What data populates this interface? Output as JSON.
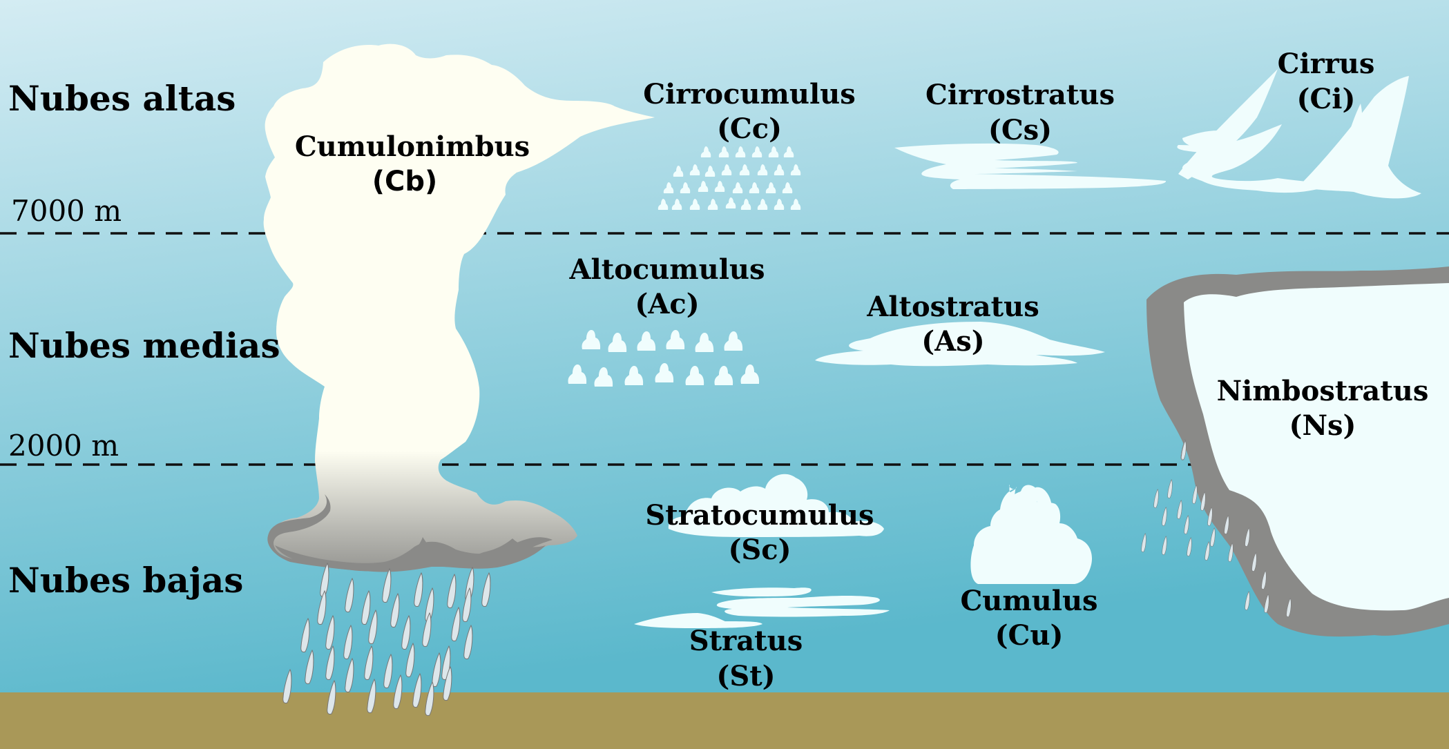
{
  "zones": {
    "high": "Nubes altas",
    "middle": "Nubes medias",
    "low": "Nubes bajas"
  },
  "altitudes": {
    "upper": "7000 m",
    "lower": "2000 m"
  },
  "clouds": {
    "cumulonimbus": {
      "name": "Cumulonimbus",
      "abbr": "(Cb)"
    },
    "cirrocumulus": {
      "name": "Cirrocumulus",
      "abbr": "(Cc)"
    },
    "cirrostratus": {
      "name": "Cirrostratus",
      "abbr": "(Cs)"
    },
    "cirrus": {
      "name": "Cirrus",
      "abbr": "(Ci)"
    },
    "altocumulus": {
      "name": "Altocumulus",
      "abbr": "(Ac)"
    },
    "altostratus": {
      "name": "Altostratus",
      "abbr": "(As)"
    },
    "nimbostratus": {
      "name": "Nimbostratus",
      "abbr": "(Ns)"
    },
    "stratocumulus": {
      "name": "Stratocumulus",
      "abbr": "(Sc)"
    },
    "cumulus": {
      "name": "Cumulus",
      "abbr": "(Cu)"
    },
    "stratus": {
      "name": "Stratus",
      "abbr": "(St)"
    }
  },
  "colors": {
    "sky_top": "#d4ecf3",
    "sky_bottom": "#5bb8cc",
    "ground": "#a99858",
    "cloud_white": "#f0fdfd",
    "cumulonimbus_fill": "#fefef2",
    "storm_gray": "#8a8a88",
    "rain_drop": "#dde6ea"
  }
}
